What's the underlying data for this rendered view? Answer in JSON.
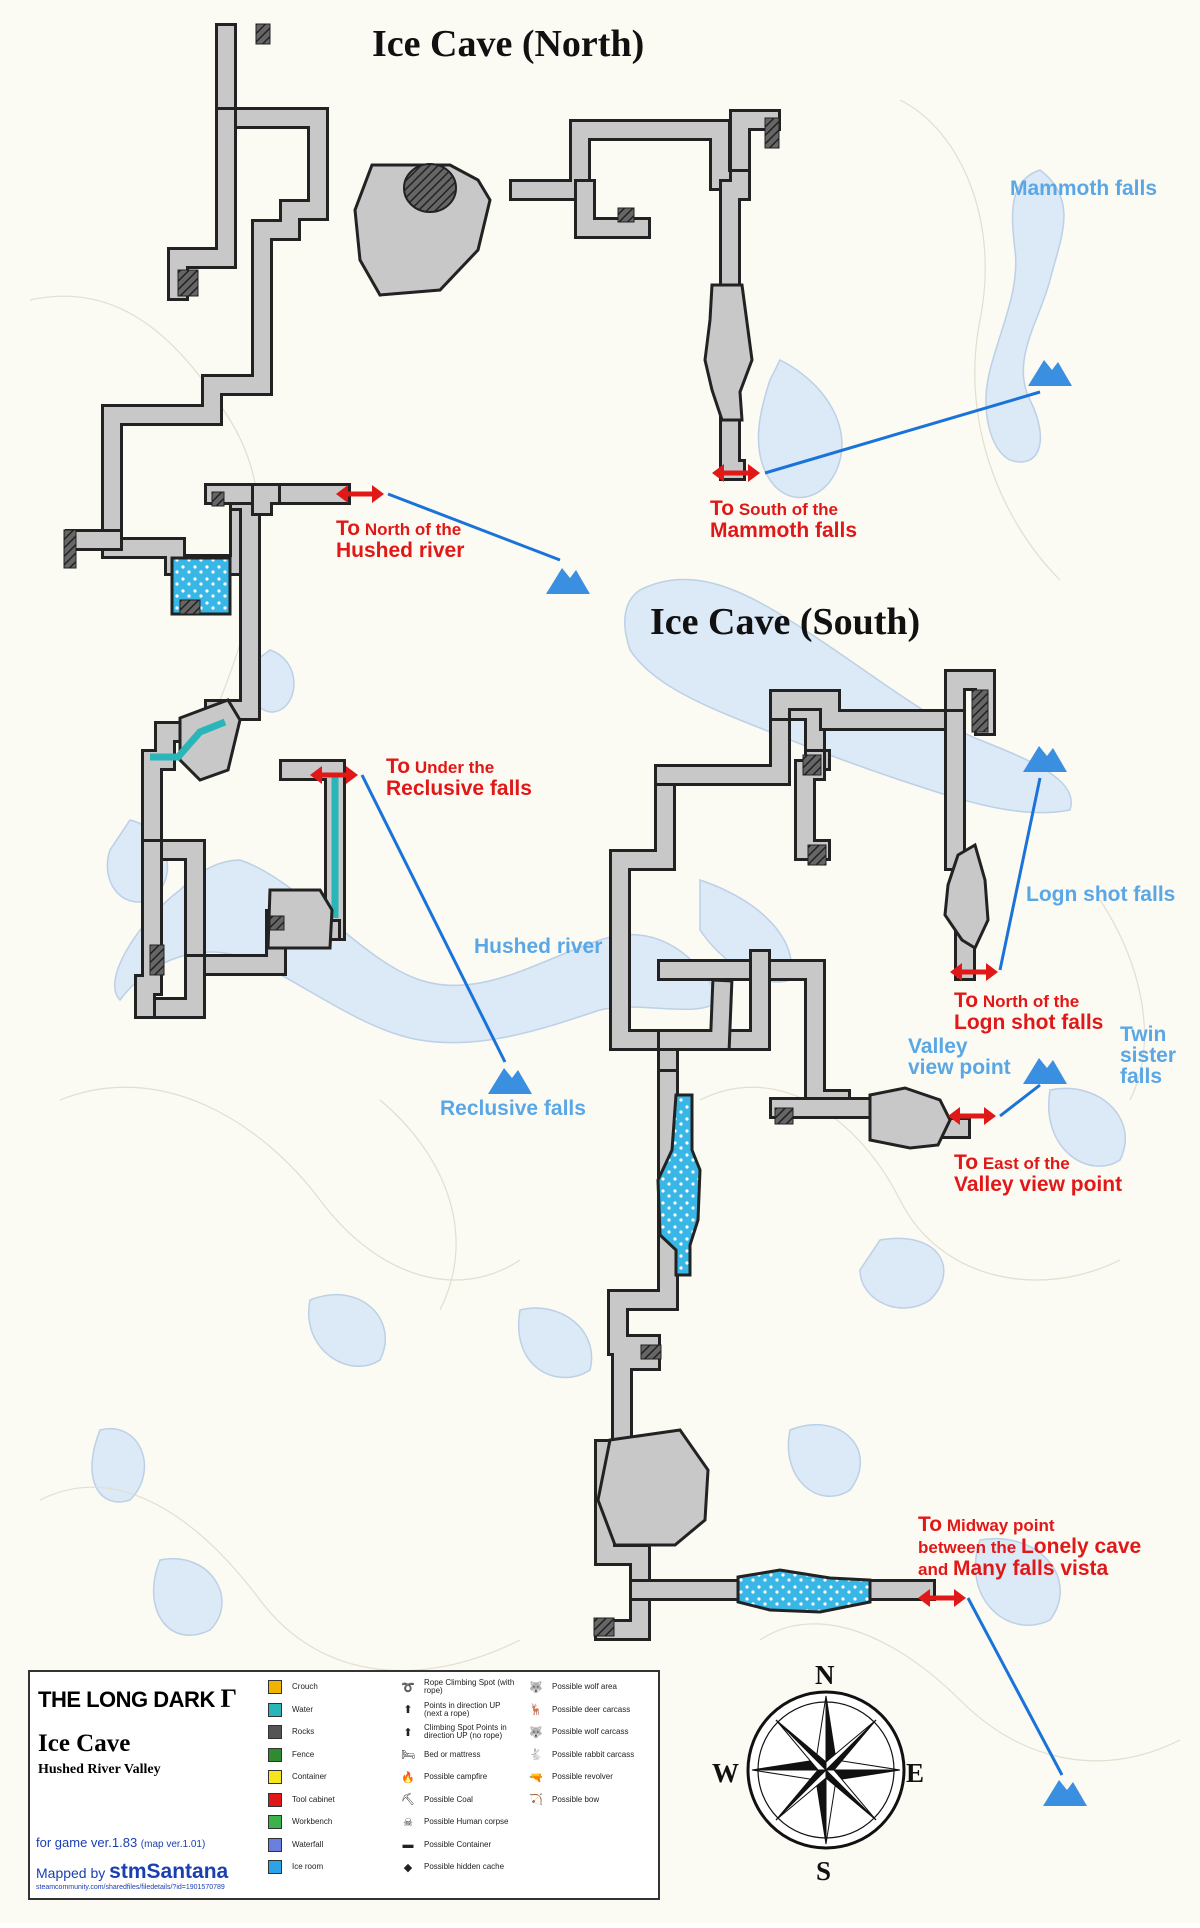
{
  "titles": {
    "north": "Ice Cave (North)",
    "south": "Ice Cave (South)"
  },
  "exits": {
    "mammoth": {
      "to": "To",
      "small": "South of the",
      "large": "Mammoth falls"
    },
    "hushed": {
      "to": "To",
      "small": "North of the",
      "large": "Hushed river"
    },
    "reclusive": {
      "to": "To",
      "small": "Under the",
      "large": "Reclusive falls"
    },
    "logn": {
      "to": "To",
      "small": "North of the",
      "large": "Logn shot falls"
    },
    "valley": {
      "to": "To",
      "small": "East of the",
      "large": "Valley view point"
    },
    "midway": {
      "to": "To",
      "line1": "Midway point",
      "line2a": "between the",
      "line2b": "Lonely cave",
      "line3a": "and",
      "line3b": "Many falls vista"
    }
  },
  "places": {
    "mammoth_falls": "Mammoth falls",
    "logn_shot_falls": "Logn shot falls",
    "hushed_river": "Hushed river",
    "reclusive_falls": "Reclusive falls",
    "valley_view_1": "Valley",
    "valley_view_2": "view point",
    "twin_1": "Twin",
    "twin_2": "sister",
    "twin_3": "falls"
  },
  "legend": {
    "brand": "THE LONG DARK",
    "cave": "Ice Cave",
    "region": "Hushed River Valley",
    "version_text": "for game ver.1.83",
    "map_version": "(map ver.1.01)",
    "mapped_prefix": "Mapped by",
    "mapper": "stmSantana",
    "url": "steamcommunity.com/sharedfiles/filedetails/?id=1901570789",
    "col1": [
      {
        "label": "Crouch",
        "icon": "crouch-swatch",
        "color": "#f0b400"
      },
      {
        "label": "Water",
        "icon": "water-swatch",
        "color": "#2ab5b8"
      },
      {
        "label": "Rocks",
        "icon": "rocks-swatch",
        "color": "#555555"
      },
      {
        "label": "Fence",
        "icon": "fence-swatch",
        "color": "#2e8b2e"
      },
      {
        "label": "Container",
        "icon": "container-swatch",
        "color": "#f5e51c"
      },
      {
        "label": "Tool cabinet",
        "icon": "tool-cabinet-swatch",
        "color": "#e01818"
      },
      {
        "label": "Workbench",
        "icon": "workbench-swatch",
        "color": "#3cb34a"
      },
      {
        "label": "Waterfall",
        "icon": "waterfall-icon",
        "color": "#6a7fe0"
      },
      {
        "label": "Ice room",
        "icon": "ice-room-swatch",
        "color": "#2aa3e8"
      }
    ],
    "col2": [
      {
        "label": "Rope Climbing Spot (with rope)",
        "icon": "rope-climb-icon",
        "glyph": "➰"
      },
      {
        "label": "Points in direction UP (next a rope)",
        "icon": "direction-up-icon",
        "glyph": "⬆"
      },
      {
        "label": "Climbing Spot Points in direction UP (no rope)",
        "icon": "climb-no-rope-icon",
        "glyph": "⬆"
      },
      {
        "label": "Bed or mattress",
        "icon": "bed-icon",
        "glyph": "🛏"
      },
      {
        "label": "Possible campfire",
        "icon": "campfire-icon",
        "glyph": "🔥"
      },
      {
        "label": "Possible Coal",
        "icon": "coal-icon",
        "glyph": "⛏"
      },
      {
        "label": "Possible Human corpse",
        "icon": "human-corpse-icon",
        "glyph": "☠"
      },
      {
        "label": "Possible Container",
        "icon": "container-icon",
        "glyph": "▬"
      },
      {
        "label": "Possible hidden cache",
        "icon": "hidden-cache-icon",
        "glyph": "◆"
      }
    ],
    "col3": [
      {
        "label": "Possible wolf area",
        "icon": "wolf-area-icon",
        "glyph": "🐺"
      },
      {
        "label": "Possible deer carcass",
        "icon": "deer-carcass-icon",
        "glyph": "🦌"
      },
      {
        "label": "Possible wolf carcass",
        "icon": "wolf-carcass-icon",
        "glyph": "🐺"
      },
      {
        "label": "Possible rabbit carcass",
        "icon": "rabbit-carcass-icon",
        "glyph": "🐇"
      },
      {
        "label": "Possible revolver",
        "icon": "revolver-icon",
        "glyph": "🔫"
      },
      {
        "label": "Possible bow",
        "icon": "bow-icon",
        "glyph": "🏹"
      }
    ]
  },
  "compass": {
    "n": "N",
    "s": "S",
    "e": "E",
    "w": "W"
  },
  "colors": {
    "corridor": "#c8c8c8",
    "outline": "#222222",
    "exit_arrow": "#e01818",
    "link_line": "#1a73d9",
    "mountain": "#3b8fe0",
    "water": "#dce9f7",
    "ice": "#38b6e6"
  }
}
